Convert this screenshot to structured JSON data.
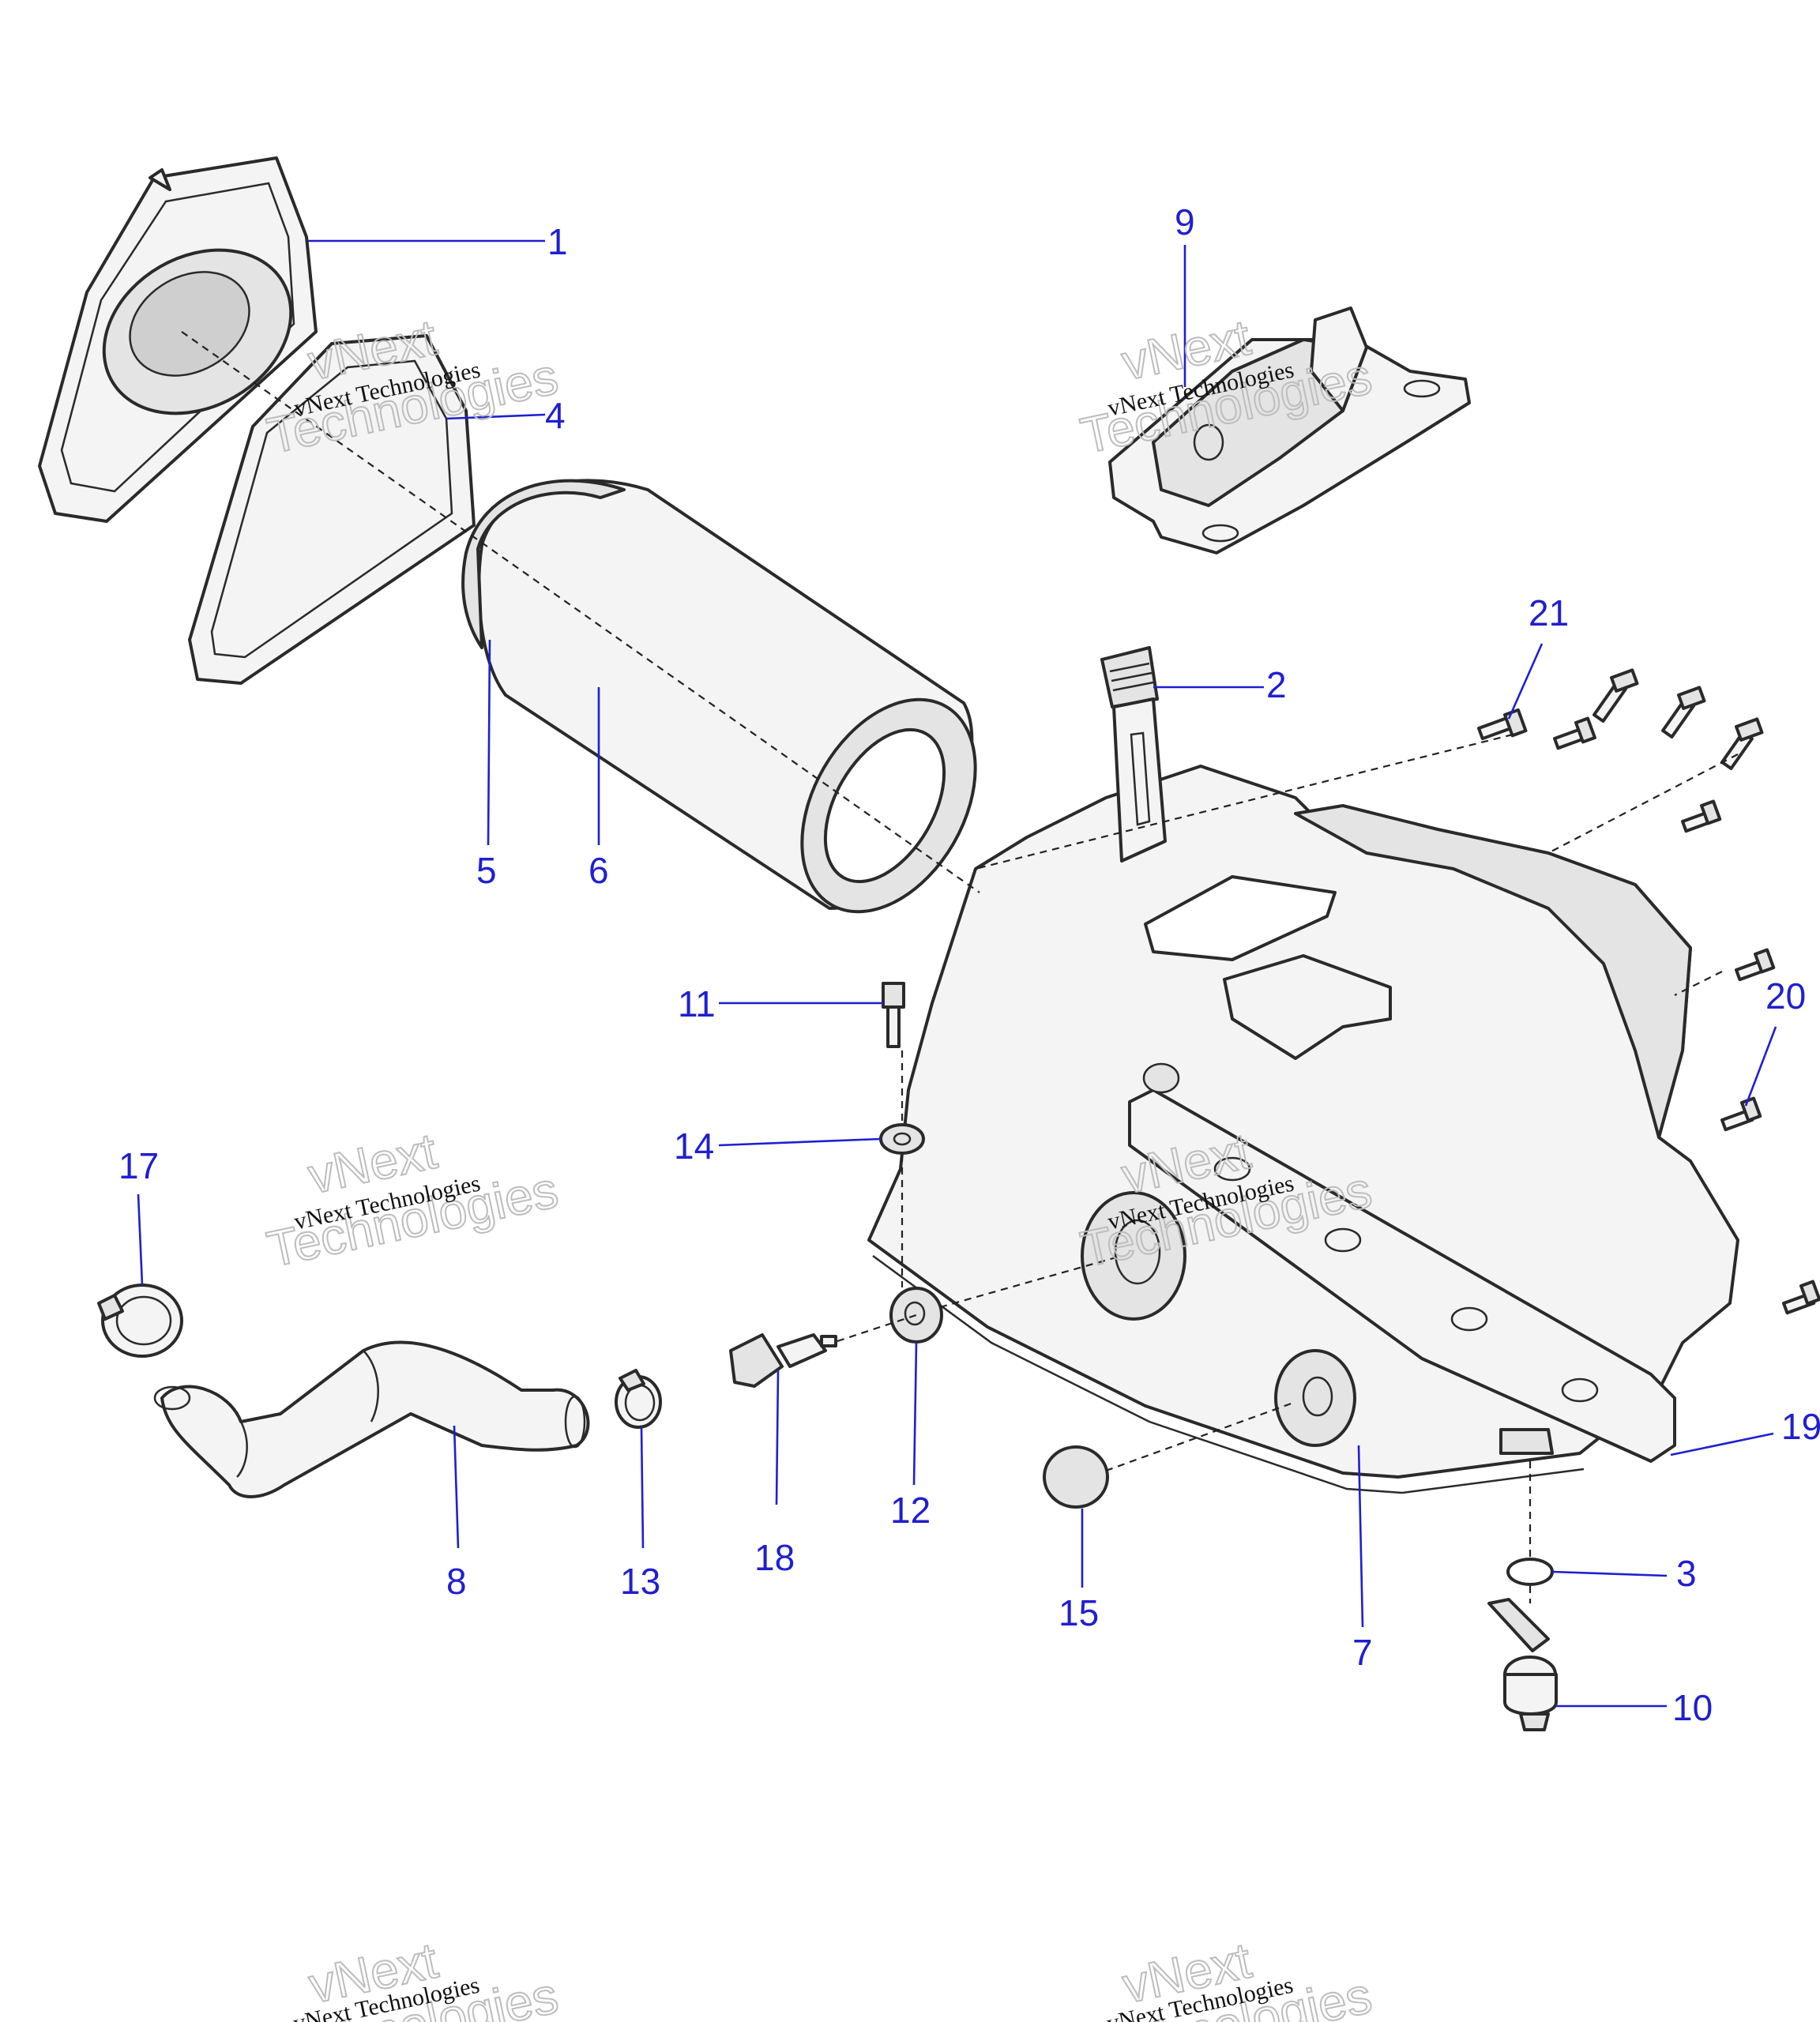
{
  "diagram": {
    "callouts": [
      "1",
      "2",
      "3",
      "4",
      "5",
      "6",
      "7",
      "8",
      "9",
      "10",
      "11",
      "12",
      "13",
      "14",
      "15",
      "17",
      "18",
      "19",
      "20",
      "21"
    ],
    "watermark": {
      "line1": "vNext Technologies",
      "line2": "vNext",
      "line3": "Technologies"
    },
    "colors": {
      "callout": "#1f1fd0",
      "line_art": "#2a2a2a",
      "watermark": "#bdbdbd"
    }
  }
}
